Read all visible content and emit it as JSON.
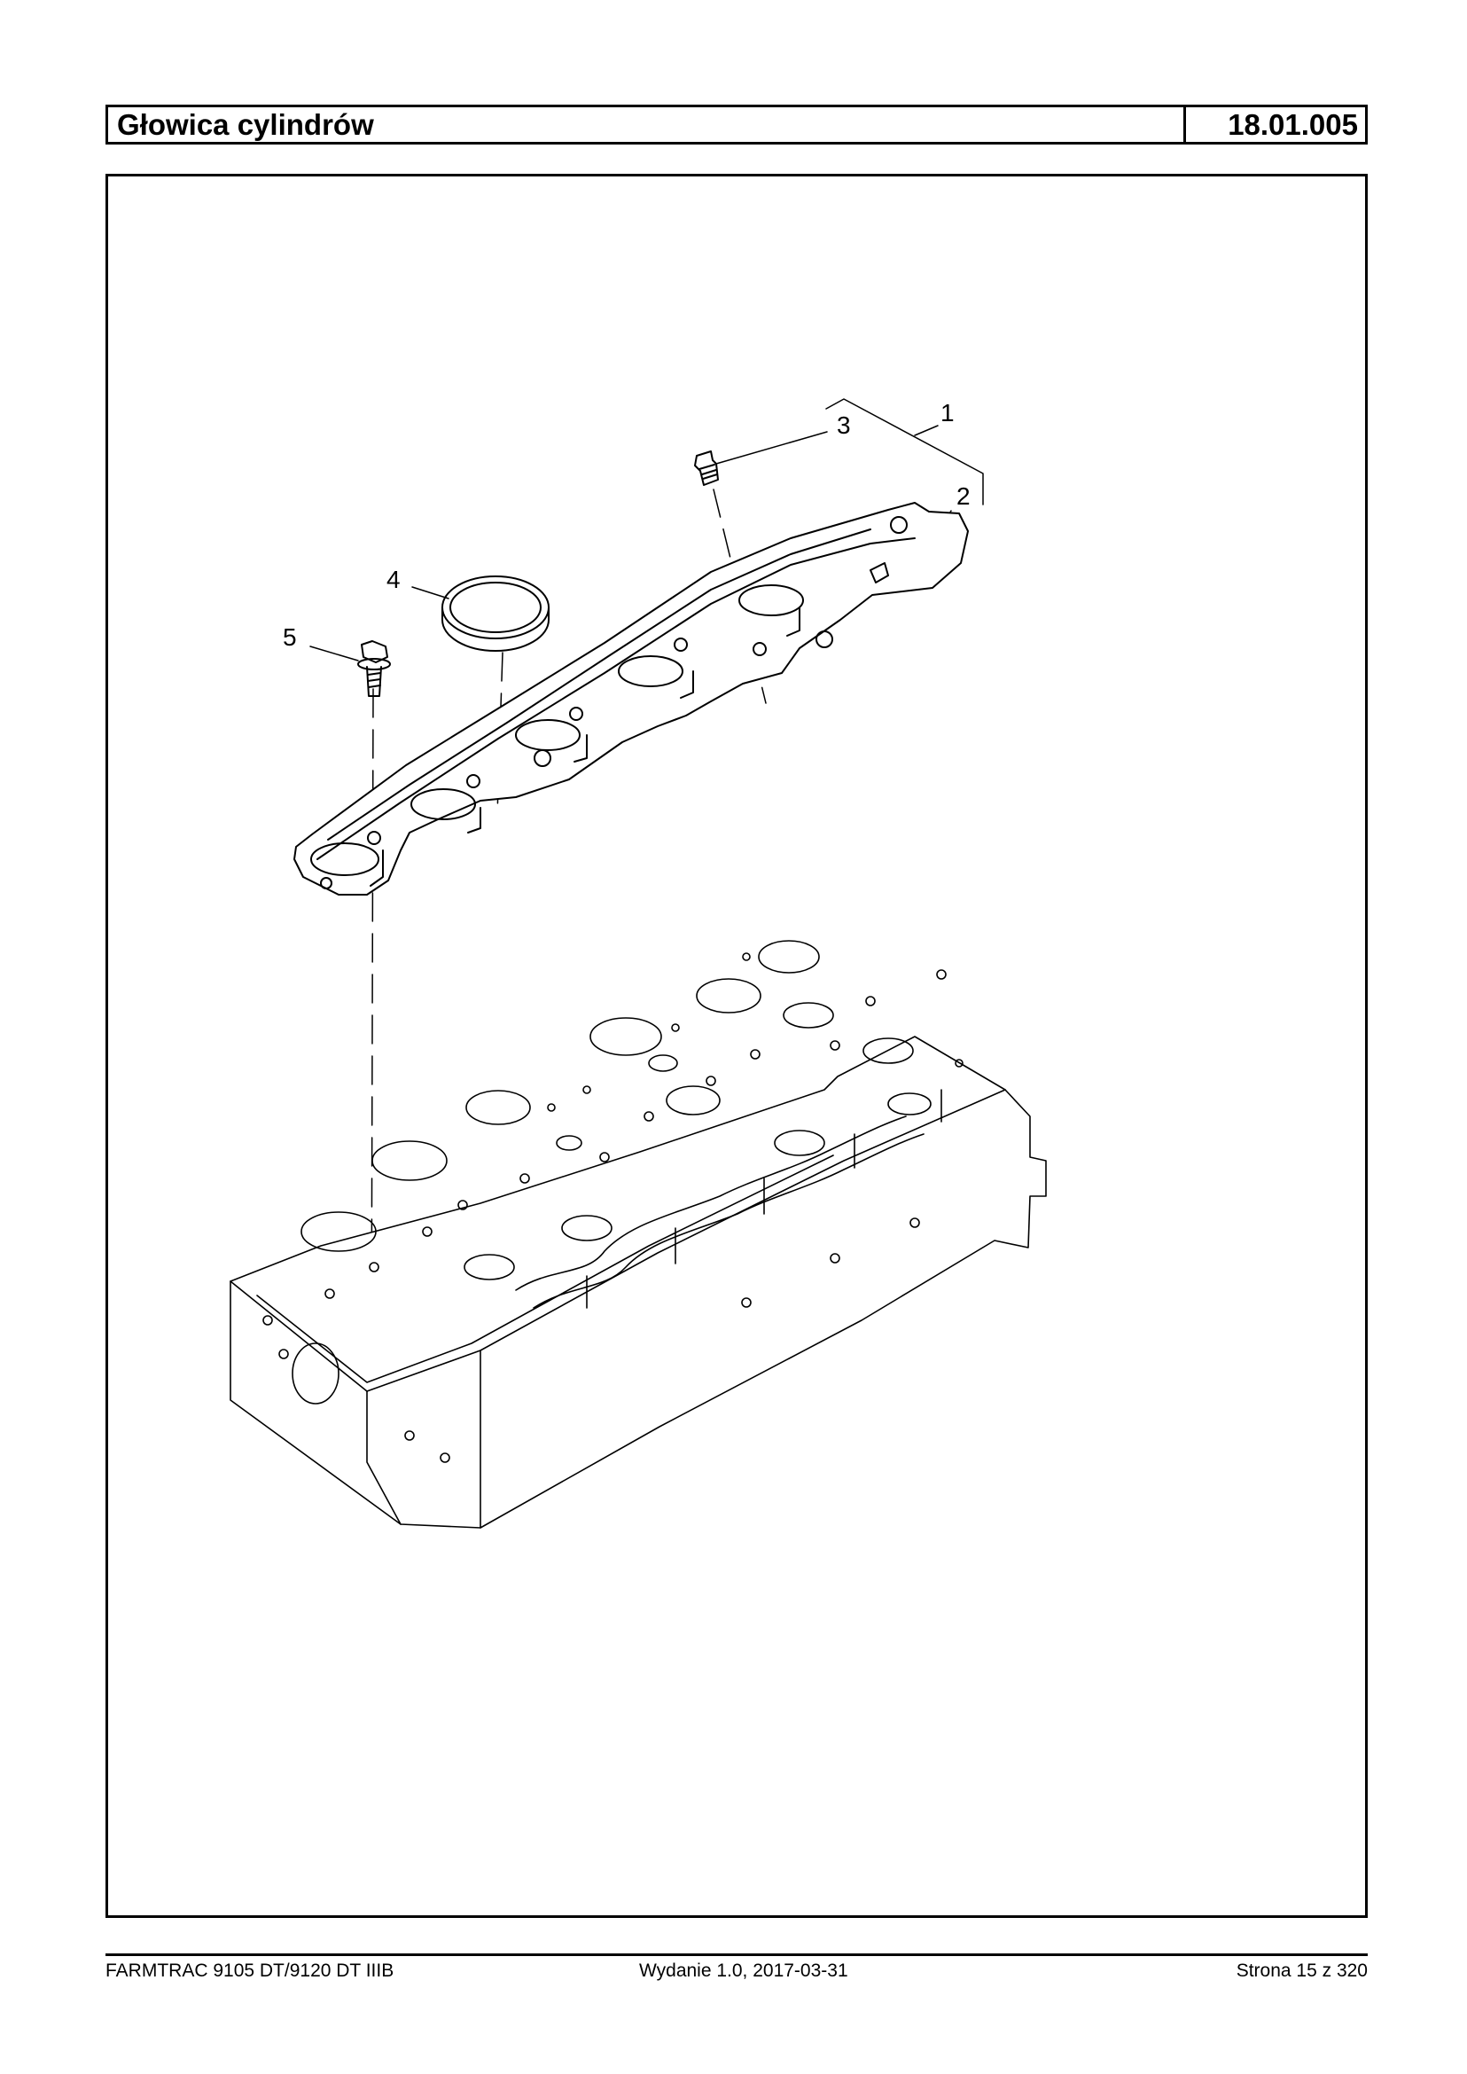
{
  "header": {
    "title": "Głowica cylindrów",
    "code": "18.01.005"
  },
  "figure": {
    "callouts": [
      "1",
      "2",
      "3",
      "4",
      "5"
    ],
    "icons": [
      "valve-cover-gasket-carrier-drawing",
      "cylinder-head-drawing",
      "bolt-drawing",
      "seal-ring-drawing",
      "plug-drawing"
    ]
  },
  "footer": {
    "model": "FARMTRAC 9105 DT/9120 DT IIIB",
    "edition": "Wydanie 1.0,  2017-03-31",
    "page": "Strona 15 z 320"
  }
}
